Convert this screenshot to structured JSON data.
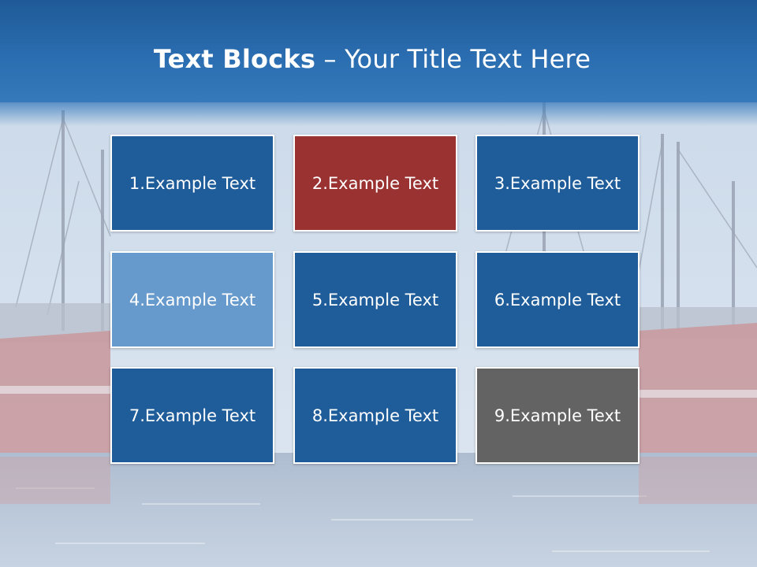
{
  "title": {
    "bold": "Text Blocks",
    "dash": " – ",
    "regular": "Your Title Text Here"
  },
  "colors": {
    "header_blue": "#2a6db0",
    "block_blue": "#1f5c9a",
    "block_red": "#9a3232",
    "block_light_blue": "#6699cc",
    "block_gray": "#636363",
    "border": "#ffffff"
  },
  "blocks": [
    {
      "label": "1.Example Text",
      "color": "#1f5c9a"
    },
    {
      "label": "2.Example Text",
      "color": "#9a3232"
    },
    {
      "label": "3.Example Text",
      "color": "#1f5c9a"
    },
    {
      "label": "4.Example Text",
      "color": "#6699cc"
    },
    {
      "label": "5.Example Text",
      "color": "#1f5c9a"
    },
    {
      "label": "6.Example Text",
      "color": "#1f5c9a"
    },
    {
      "label": "7.Example Text",
      "color": "#1f5c9a"
    },
    {
      "label": "8.Example Text",
      "color": "#1f5c9a"
    },
    {
      "label": "9.Example Text",
      "color": "#636363"
    }
  ]
}
